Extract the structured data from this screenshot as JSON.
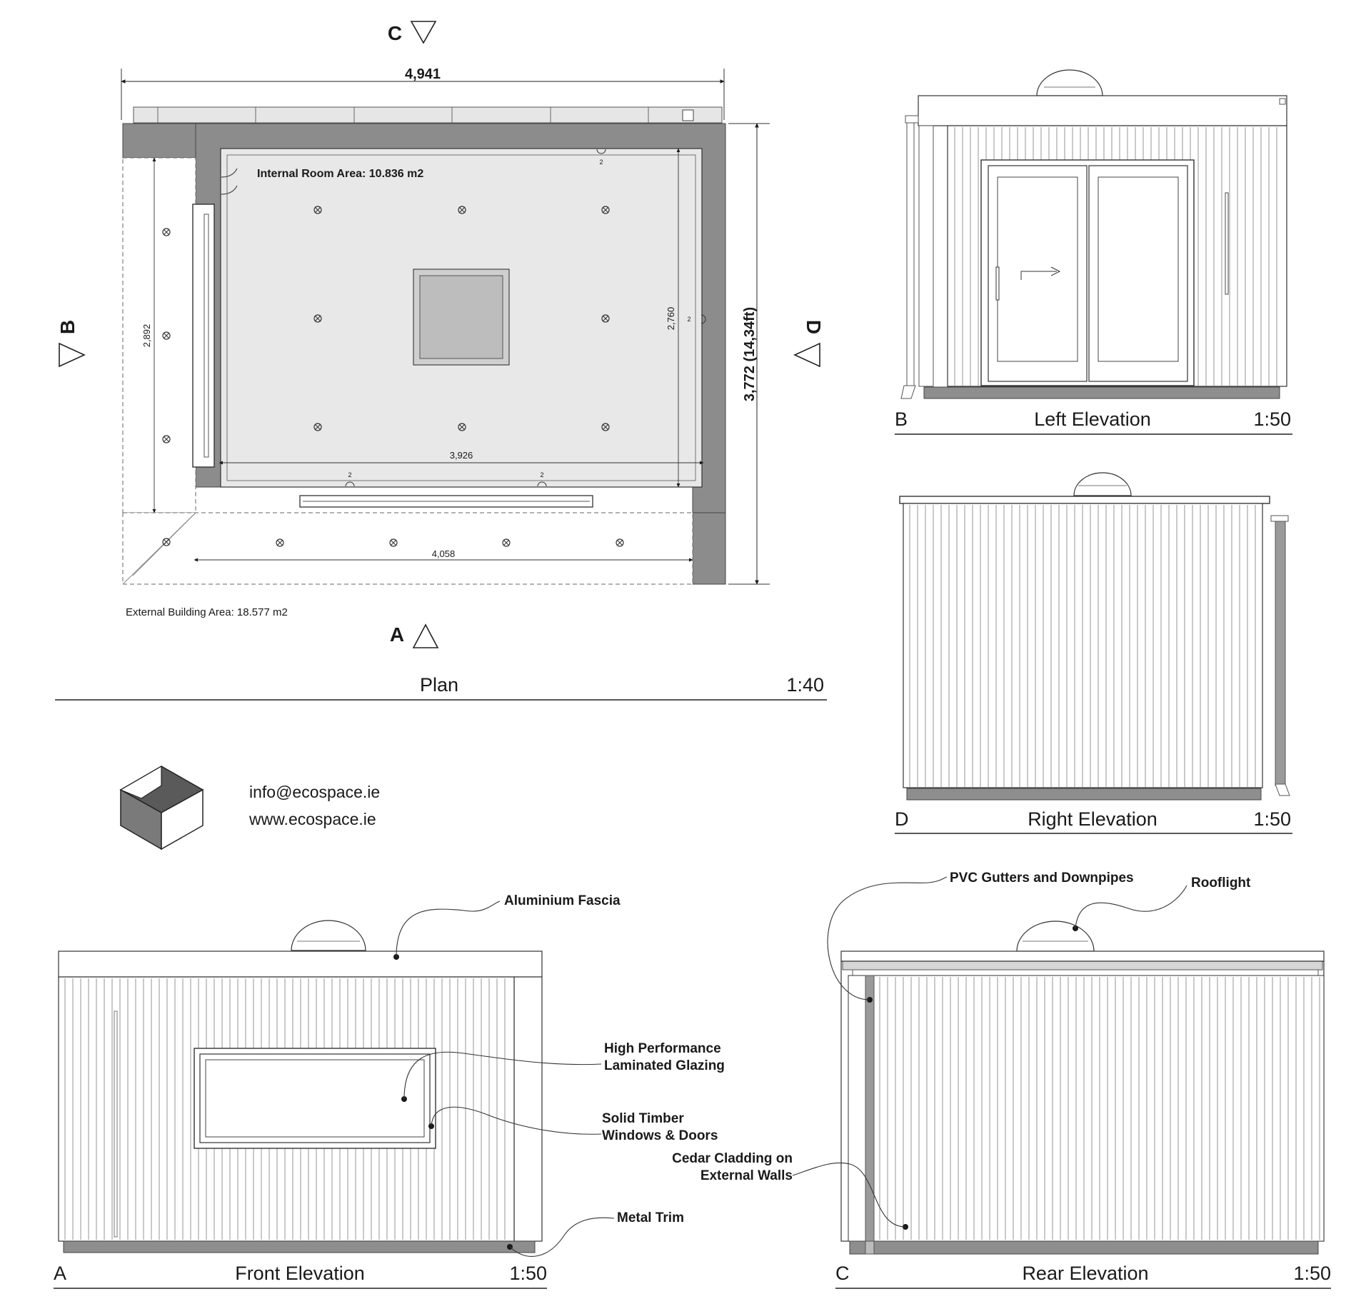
{
  "plan": {
    "title": "Plan",
    "scale": "1:40",
    "width_dim": "4,941",
    "depth_dim": "3,772 (14,34ft)",
    "internal_area": "Internal Room Area: 10.836 m2",
    "external_area": "External Building Area: 18.577 m2",
    "dims": {
      "left_height": "2,892",
      "internal_height": "2,760",
      "internal_width": "3,926",
      "deck_width": "4,058"
    },
    "socket_label": "2",
    "section_markers": {
      "a": "A",
      "b": "B",
      "c": "C",
      "d": "D"
    }
  },
  "elevations": {
    "left": {
      "letter": "B",
      "title": "Left Elevation",
      "scale": "1:50"
    },
    "right": {
      "letter": "D",
      "title": "Right Elevation",
      "scale": "1:50"
    },
    "front": {
      "letter": "A",
      "title": "Front Elevation",
      "scale": "1:50"
    },
    "rear": {
      "letter": "C",
      "title": "Rear Elevation",
      "scale": "1:50"
    }
  },
  "contact": {
    "email": "info@ecospace.ie",
    "website": "www.ecospace.ie"
  },
  "callouts": {
    "fascia": "Aluminium Fascia",
    "glazing_1": "High Performance",
    "glazing_2": "Laminated Glazing",
    "timber_1": "Solid Timber",
    "timber_2": "Windows & Doors",
    "trim": "Metal Trim",
    "gutters": "PVC Gutters and Downpipes",
    "rooflight": "Rooflight",
    "cladding_1": "Cedar Cladding on",
    "cladding_2": "External Walls"
  }
}
